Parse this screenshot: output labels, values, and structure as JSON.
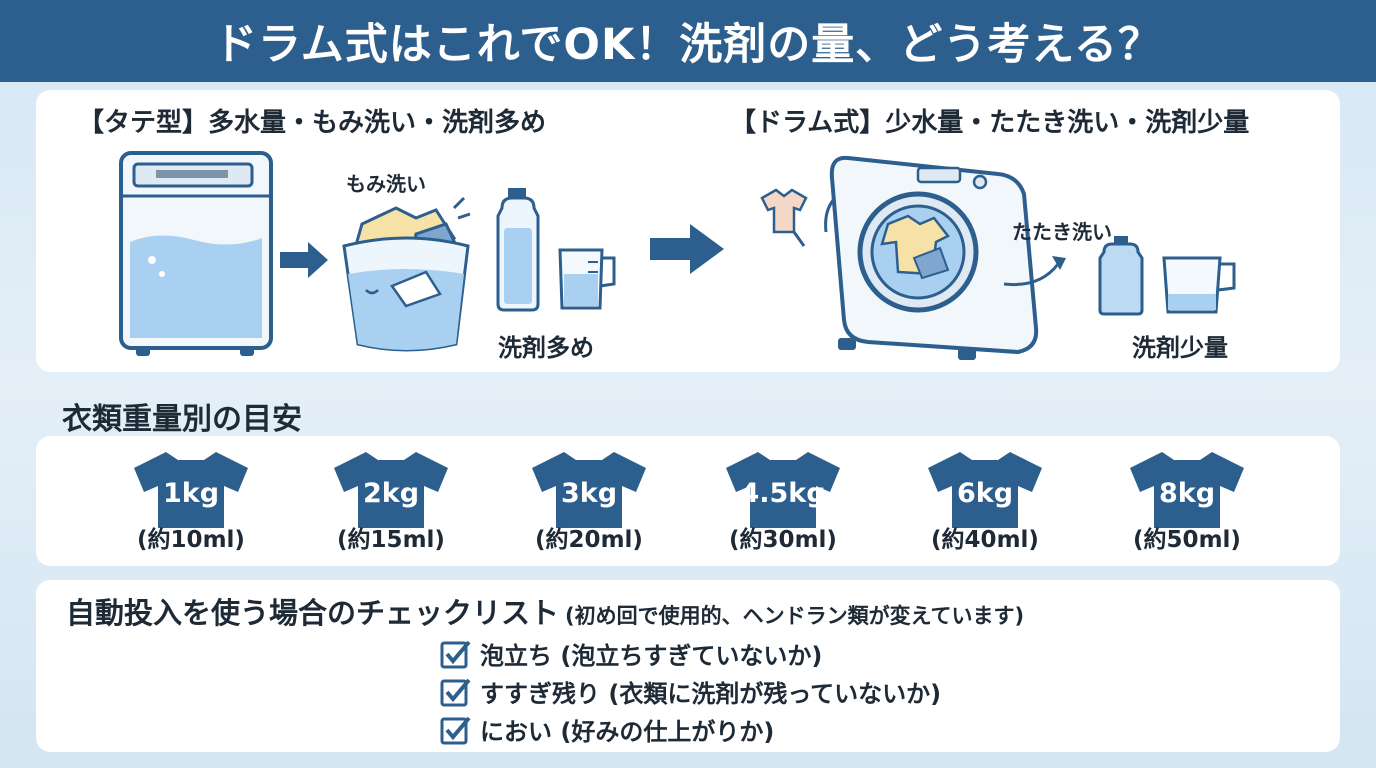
{
  "title": "ドラム式はこれでOK！洗剤の量、どう考える？",
  "comparison": {
    "left": {
      "heading": "【タテ型】多水量・もみ洗い・洗剤多め",
      "action_label": "もみ洗い",
      "detergent_label": "洗剤多め"
    },
    "right": {
      "heading": "【ドラム式】少水量・たたき洗い・洗剤少量",
      "action_label": "たたき洗い",
      "detergent_label": "洗剤少量"
    }
  },
  "weights": {
    "title": "衣類重量別の目安",
    "items": [
      {
        "weight": "1kg",
        "amount": "(約10ml)"
      },
      {
        "weight": "2kg",
        "amount": "(約15ml)"
      },
      {
        "weight": "3kg",
        "amount": "(約20ml)"
      },
      {
        "weight": "4.5kg",
        "amount": "(約30ml)"
      },
      {
        "weight": "6kg",
        "amount": "(約40ml)"
      },
      {
        "weight": "8kg",
        "amount": "(約50ml)"
      }
    ]
  },
  "checklist": {
    "title": "自動投入を使う場合のチェックリスト",
    "note": "(初め回で使用的、ヘンドラン類が変えています)",
    "items": [
      "泡立ち (泡立ちすぎていないか)",
      "すすぎ残り (衣類に洗剤が残っていないか)",
      "におい (好みの仕上がりか)"
    ]
  },
  "colors": {
    "header": "#2d5f8e",
    "accent": "#2d5f8e",
    "water": "#a9d0f0"
  }
}
